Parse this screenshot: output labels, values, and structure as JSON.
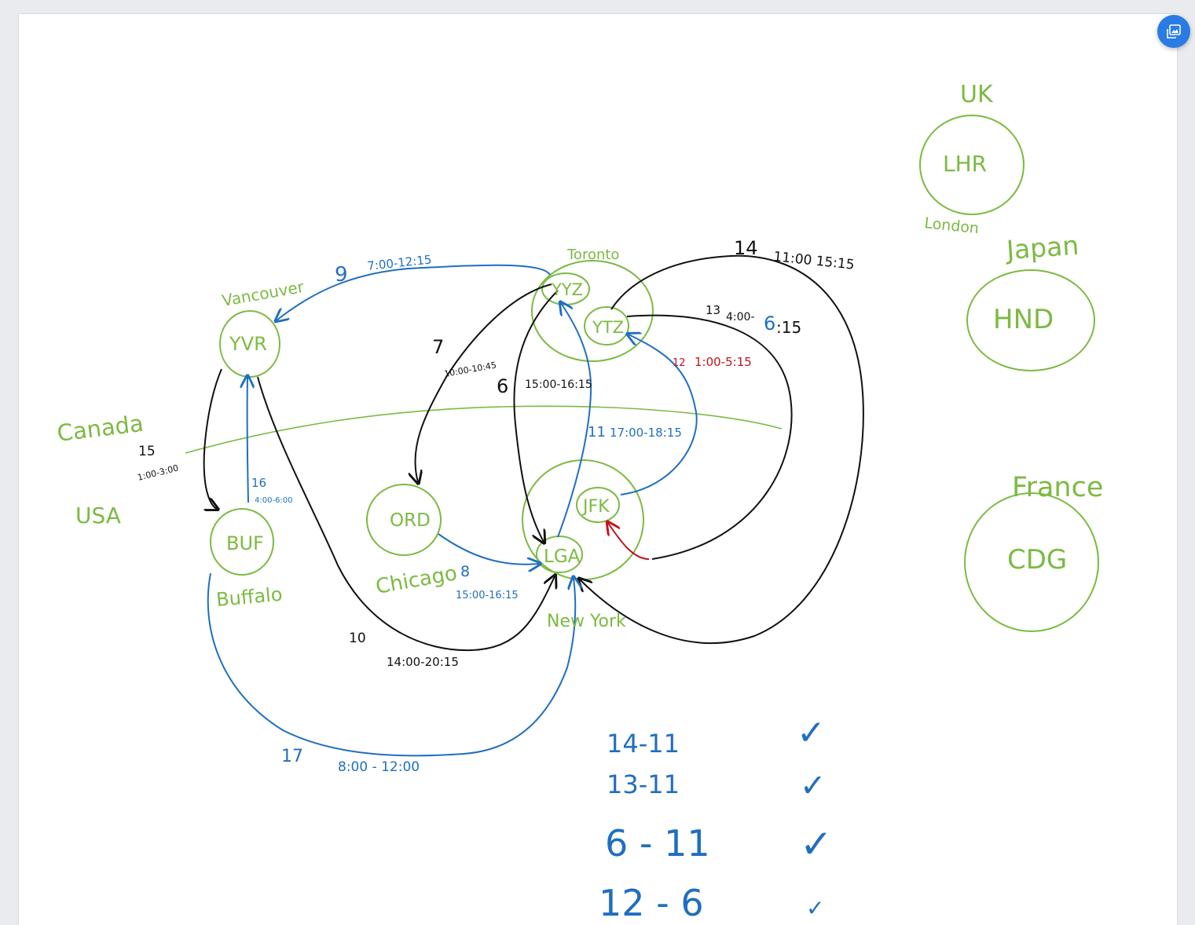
{
  "colors": {
    "nodes": "#7cba42",
    "blue_ink": "#1f6fc0",
    "black_ink": "#111111",
    "red_ink": "#c0121a",
    "fab": "#2b7be4"
  },
  "toolbar": {
    "image_button_icon": "image-insert-icon"
  },
  "regions": {
    "canada": "Canada",
    "usa": "USA",
    "uk": "UK",
    "japan": "Japan",
    "france": "France"
  },
  "cities": {
    "toronto": "Toronto",
    "vancouver": "Vancouver",
    "chicago": "Chicago",
    "buffalo": "Buffalo",
    "new_york": "New York",
    "london": "London"
  },
  "airports": {
    "yyz": "YYZ",
    "ytz": "YTZ",
    "yvr": "YVR",
    "ord": "ORD",
    "buf": "BUF",
    "jfk": "JFK",
    "lga": "LGA",
    "lhr": "LHR",
    "hnd": "HND",
    "cdg": "CDG"
  },
  "flights": [
    {
      "id": "6",
      "time": "15:00-16:15"
    },
    {
      "id": "7",
      "time": "10:00-10:45"
    },
    {
      "id": "8",
      "time": "15:00-16:15"
    },
    {
      "id": "9",
      "time": "7:00-12:15"
    },
    {
      "id": "10",
      "time": "14:00-20:15"
    },
    {
      "id": "11",
      "time": "17:00-18:15"
    },
    {
      "id": "12",
      "time": "1:00-5:15"
    },
    {
      "id": "13",
      "time": "4:00-",
      "time_extra": "6",
      "time_end": ":15"
    },
    {
      "id": "14",
      "time": "11:00 15:15"
    },
    {
      "id": "15",
      "time": "1:00-3:00"
    },
    {
      "id": "16",
      "time": "4:00-6:00"
    },
    {
      "id": "17",
      "time": "8:00 - 12:00"
    }
  ],
  "checks": [
    {
      "pair": "14-11",
      "mark": "✓"
    },
    {
      "pair": "13-11",
      "mark": "✓"
    },
    {
      "pair": "6 - 11",
      "mark": "✓"
    },
    {
      "pair": "12 - 6",
      "mark": "✓"
    }
  ]
}
